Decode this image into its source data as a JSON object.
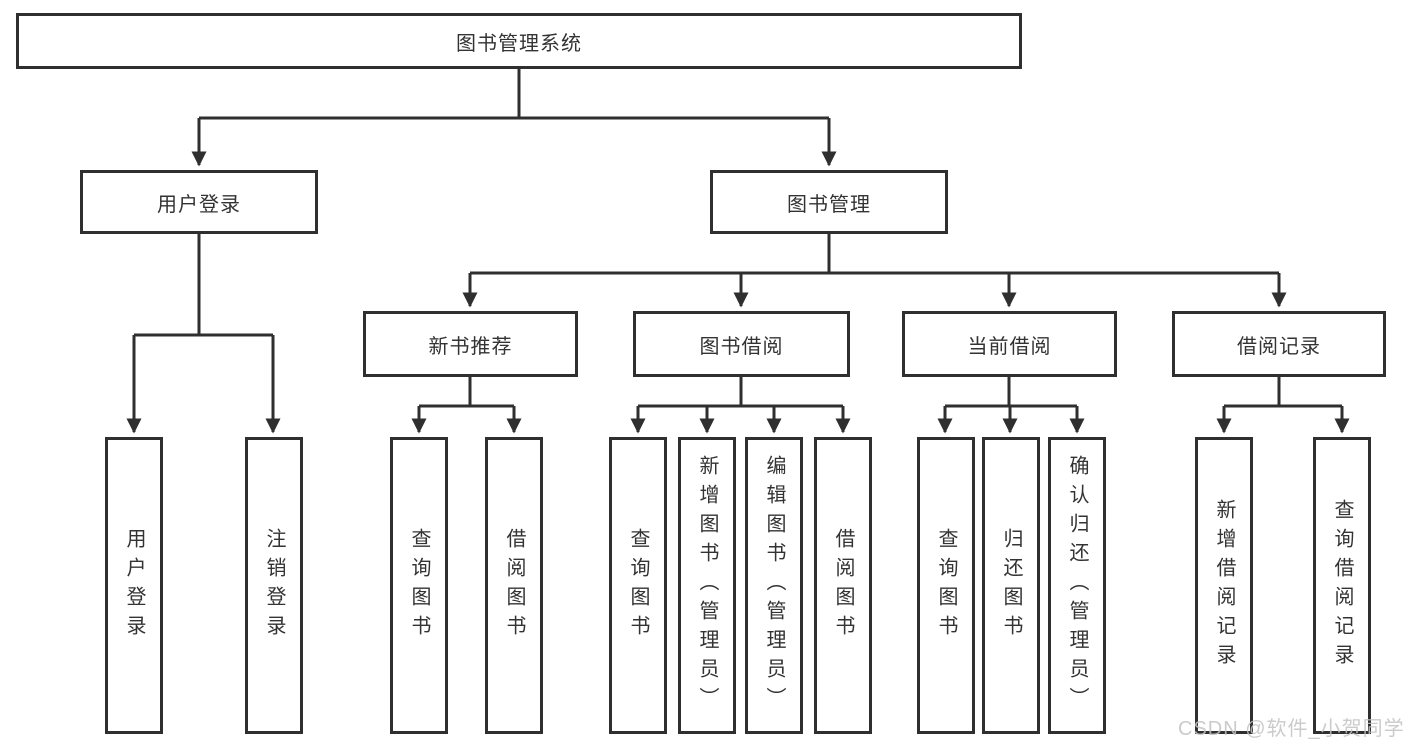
{
  "diagram": {
    "root": {
      "label": "图书管理系统"
    },
    "level2": [
      {
        "label": "用户登录",
        "children": [
          "用户登录",
          "注销登录"
        ]
      },
      {
        "label": "图书管理",
        "modules": [
          {
            "label": "新书推荐",
            "children": [
              "查询图书",
              "借阅图书"
            ]
          },
          {
            "label": "图书借阅",
            "children": [
              "查询图书",
              "新增图书（管理员）",
              "编辑图书（管理员）",
              "借阅图书"
            ]
          },
          {
            "label": "当前借阅",
            "children": [
              "查询图书",
              "归还图书",
              "确认归还（管理员）"
            ]
          },
          {
            "label": "借阅记录",
            "children": [
              "新增借阅记录",
              "查询借阅记录"
            ]
          }
        ]
      }
    ],
    "watermark": "CSDN @软件_小贺同学",
    "colors": {
      "line": "#2f2f2f",
      "text": "#333333",
      "watermark": "#c2c2c2",
      "background": "#ffffff"
    }
  }
}
